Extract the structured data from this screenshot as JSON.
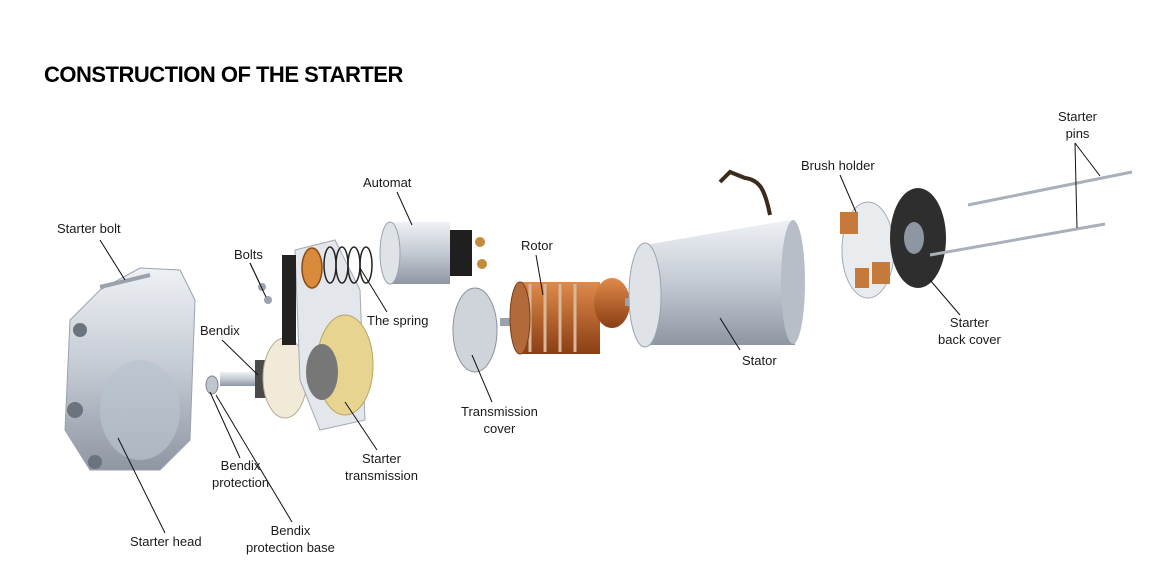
{
  "title": "CONSTRUCTION OF THE STARTER",
  "labels": {
    "starter_bolt": "Starter bolt",
    "bolts": "Bolts",
    "automat": "Automat",
    "rotor": "Rotor",
    "the_spring": "The spring",
    "bendix": "Bendix",
    "transmission_cover_1": "Transmission",
    "transmission_cover_2": "cover",
    "stator": "Stator",
    "brush_holder": "Brush holder",
    "starter_pins_1": "Starter",
    "starter_pins_2": "pins",
    "starter_back_cover_1": "Starter",
    "starter_back_cover_2": "back cover",
    "bendix_protection_1": "Bendix",
    "bendix_protection_2": "protection",
    "starter_transmission_1": "Starter",
    "starter_transmission_2": "transmission",
    "starter_head": "Starter head",
    "bendix_protection_base_1": "Bendix",
    "bendix_protection_base_2": "protection base"
  },
  "colors": {
    "metal": "#c9ced6",
    "copper": "#c0652a",
    "cream": "#e8d79a",
    "dark": "#2a2a2a"
  }
}
